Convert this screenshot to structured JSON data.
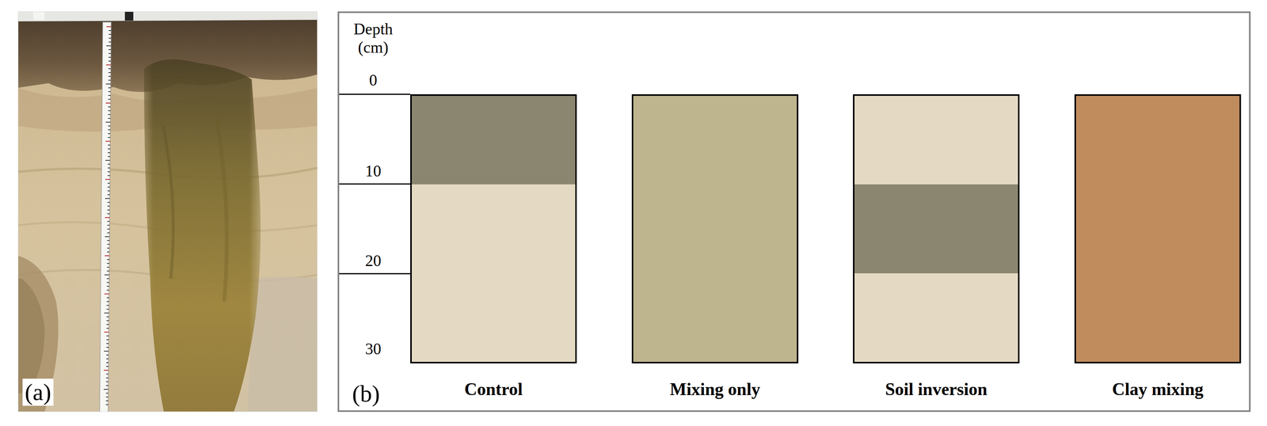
{
  "diagram": {
    "nodes": [
      {
        "text": [
          "(a)"
        ]
      },
      {
        "text": [
          "(b)"
        ]
      },
      {
        "text": [
          "Control"
        ],
        "in": 1
      },
      {
        "text": [
          "Mixing only"
        ],
        "in": 1
      },
      {
        "text": [
          "Soil inversion"
        ],
        "in": 1
      },
      {
        "text": [
          "Clay mixing"
        ],
        "in": 1
      }
    ],
    "labels": [
      "Depth (cm)",
      "0",
      "10",
      "20",
      "30"
    ]
  }
}
